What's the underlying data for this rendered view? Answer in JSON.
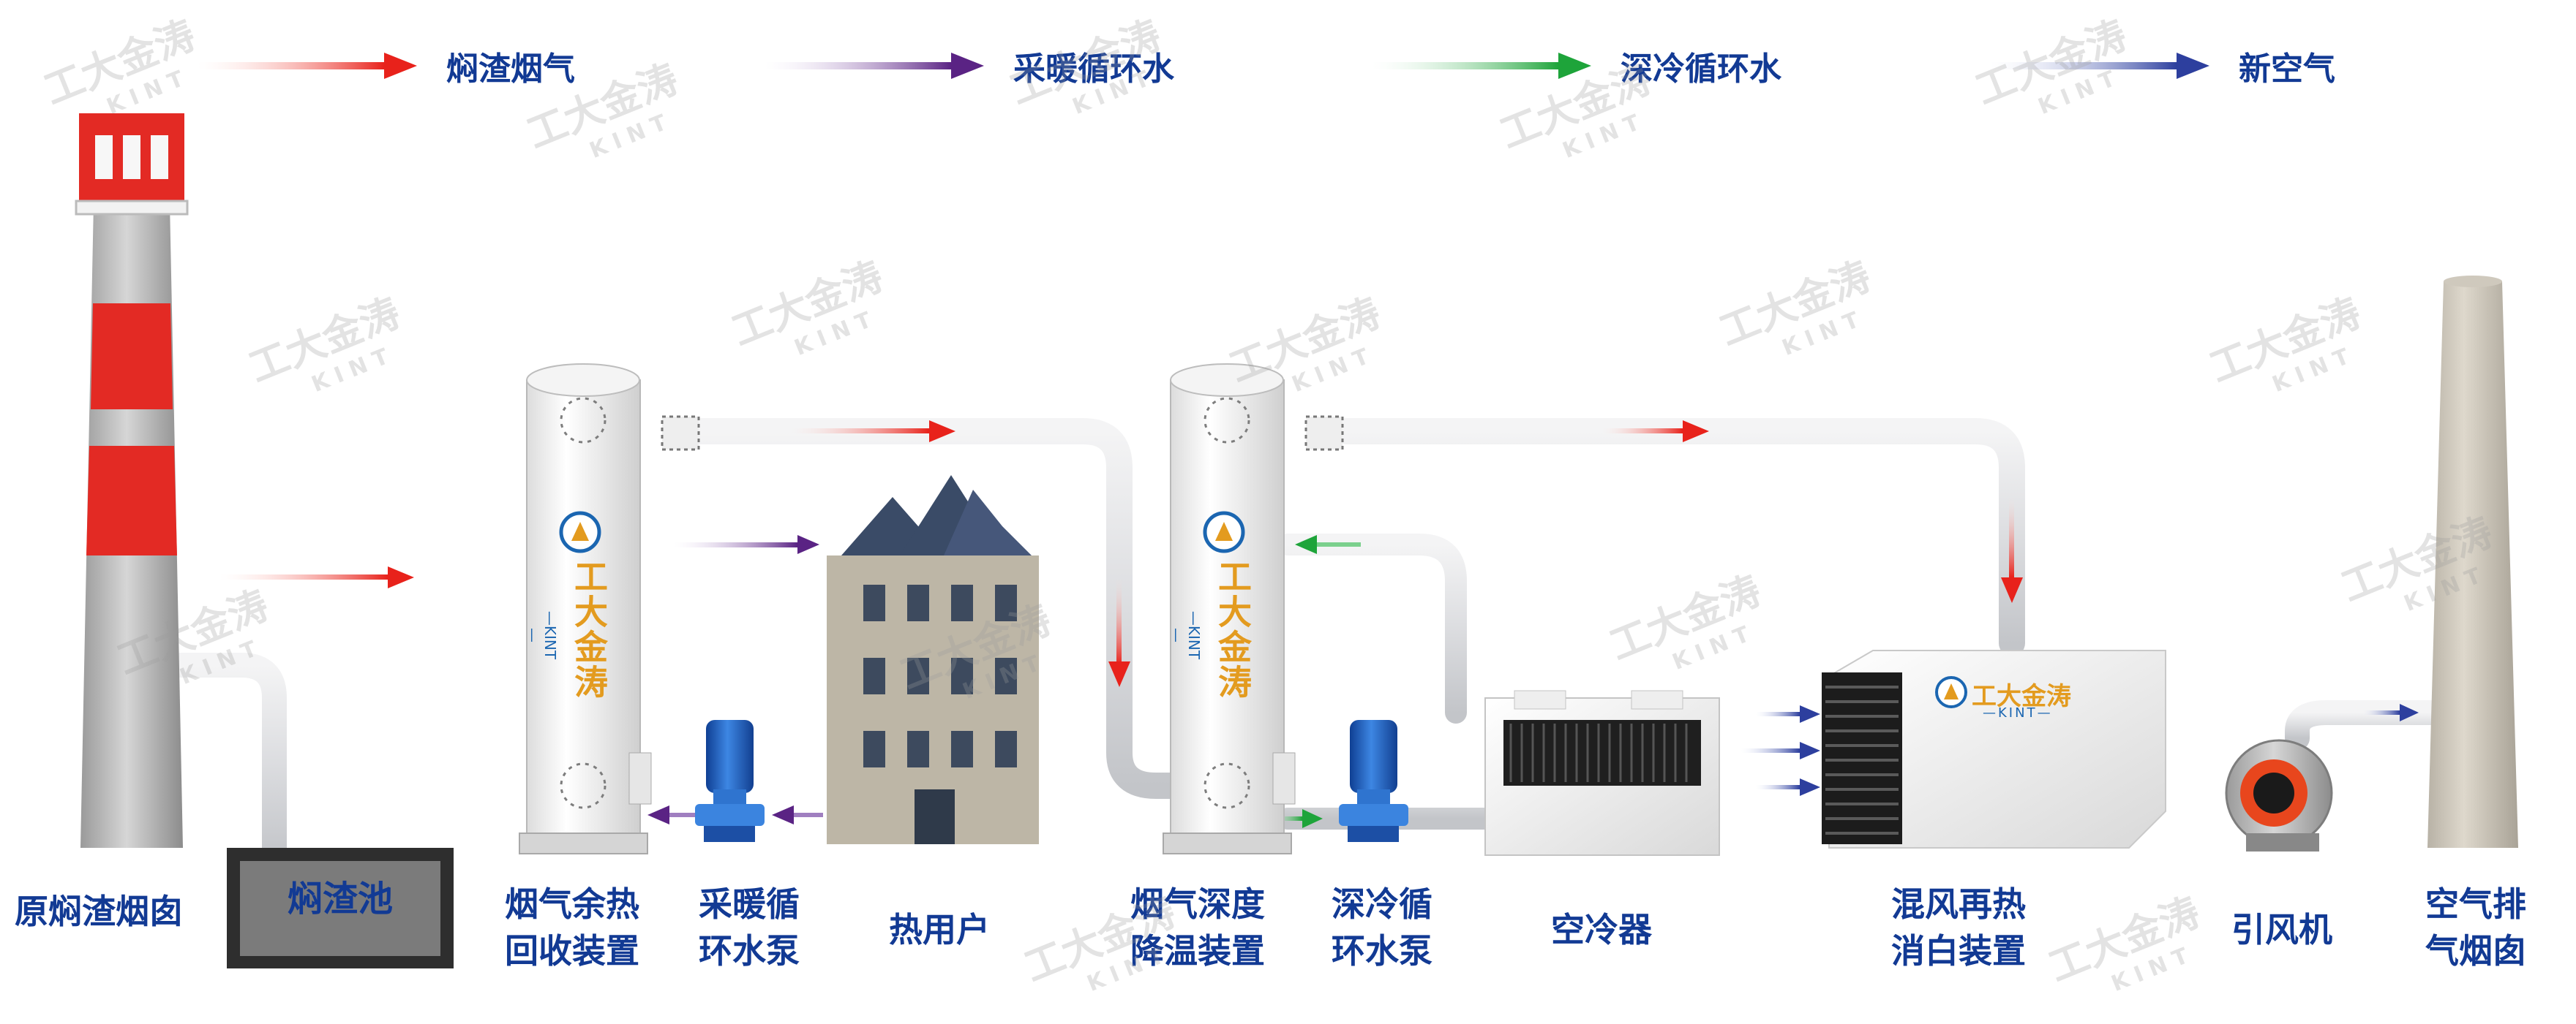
{
  "legend": [
    {
      "label": "焖渣烟气",
      "color": "#e8221b",
      "start_color": "#ffd9d2"
    },
    {
      "label": "采暖循环水",
      "color": "#5a2384",
      "start_color": "#e4d4ef"
    },
    {
      "label": "深冷循环水",
      "color": "#1ea43a",
      "start_color": "#d8f1dc"
    },
    {
      "label": "新空气",
      "color": "#2d3f9e",
      "start_color": "#d8dcf3"
    }
  ],
  "labels": {
    "chimney": "原焖渣烟囱",
    "pool": "焖渣池",
    "recovery": [
      "烟气余热",
      "回收装置"
    ],
    "heat_pump": [
      "采暖循",
      "环水泵"
    ],
    "user": "热用户",
    "deep_cool": [
      "烟气深度",
      "降温装置"
    ],
    "cool_pump": [
      "深冷循",
      "环水泵"
    ],
    "air_cooler": "空冷器",
    "mixer": [
      "混风再热",
      "消白装置"
    ],
    "fan": "引风机",
    "exhaust": [
      "空气排",
      "气烟囱"
    ]
  },
  "brand": {
    "cn": "工大金涛",
    "en": "—KINT—",
    "text_color": "#e39b1f",
    "icon_color": "#1b66b1"
  },
  "watermark": {
    "cn": "工大金涛",
    "en": "KINT"
  },
  "colors": {
    "label": "#123a94",
    "pipe": "#d9dadc",
    "chimney_red": "#e32a24",
    "pump_blue": "#1f5bb6"
  }
}
